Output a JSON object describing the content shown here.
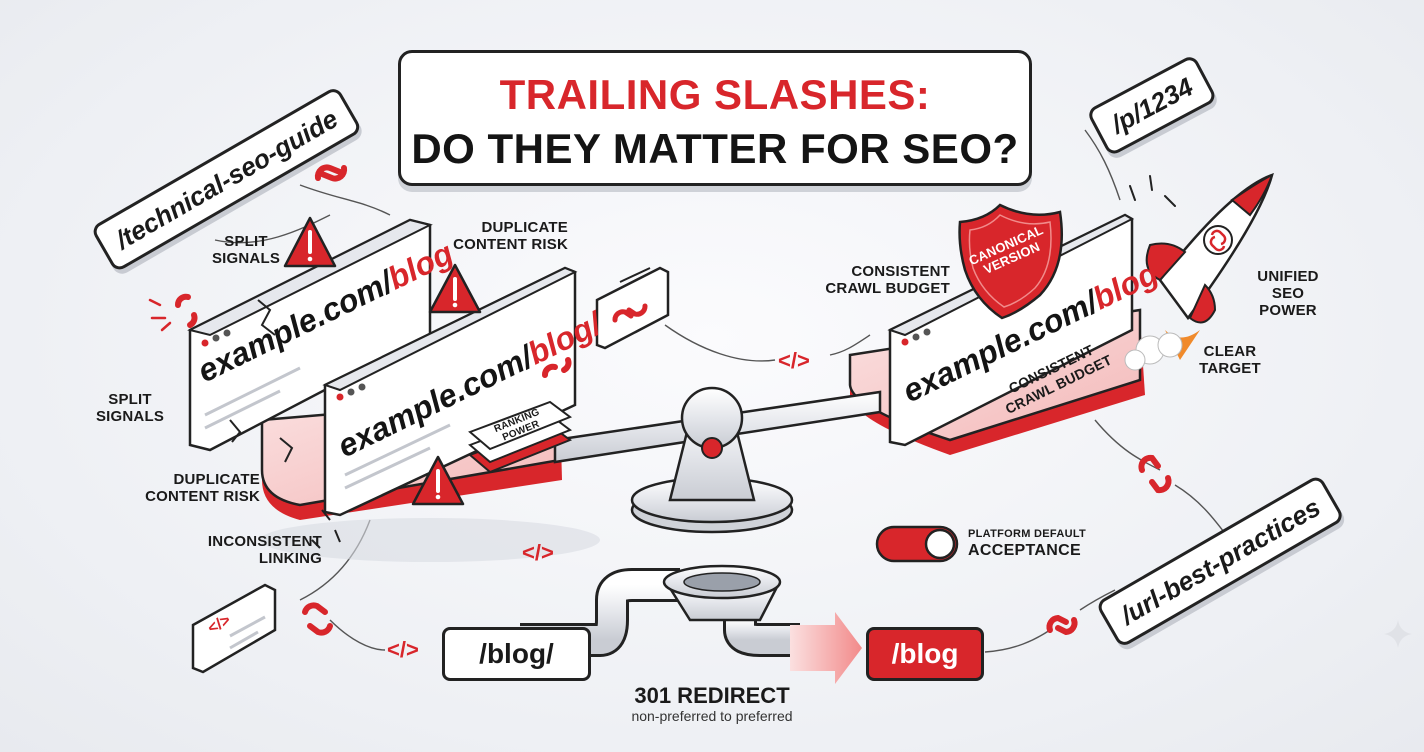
{
  "title": {
    "line1": "TRAILING SLASHES:",
    "line2": "DO THEY MATTER FOR SEO?"
  },
  "tags": {
    "technical": "/technical-seo-guide",
    "p1234": "/p/1234",
    "best_practices": "/url-best-practices"
  },
  "left_window_back": {
    "base": "example.com/",
    "highlight": "blog"
  },
  "left_window_front": {
    "base": "example.com/",
    "highlight": "blog/"
  },
  "right_window": {
    "base": "example.com/",
    "highlight": "blog"
  },
  "labels": {
    "split_signals_top": "SPLIT\nSIGNALS",
    "duplicate_top": "DUPLICATE\nCONTENT RISK",
    "split_signals_left": "SPLIT\nSIGNALS",
    "duplicate_left": "DUPLICATE\nCONTENT RISK",
    "inconsistent": "INCONSISTENT\nLINKING",
    "consistent_crawl": "CONSISTENT\nCRAWL BUDGET",
    "consistent_crawl_tilted": "CONSISTENT\nCRAWL BUDGET",
    "unified": "UNIFIED\nSEO\nPOWER",
    "clear_target": "CLEAR\nTARGET",
    "canonical": "CANONICAL\nVERSION",
    "ranking_power": "RANKING\nPOWER",
    "toggle_small": "PLATFORM DEFAULT",
    "toggle_big": "ACCEPTANCE"
  },
  "redirect": {
    "from": "/blog/",
    "to": "/blog",
    "title": "301 REDIRECT",
    "subtitle": "non-preferred to preferred"
  },
  "code_glyph": "</>",
  "colors": {
    "accent": "#d8262b",
    "ink": "#1a1a1a",
    "pink": "#f6c9c9",
    "bg": "#f1f2f5"
  },
  "icons": [
    "warning-icon",
    "chain-link-icon",
    "broken-link-icon",
    "code-icon",
    "shield-icon",
    "rocket-icon",
    "toggle-icon",
    "pipe-icon",
    "arrow-icon",
    "sparkle-icon"
  ]
}
